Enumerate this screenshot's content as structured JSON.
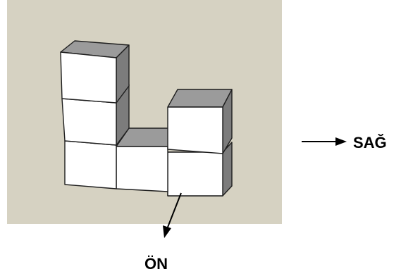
{
  "labels": {
    "right": "SAĞ",
    "front": "ÖN"
  },
  "colors": {
    "background_panel": "#d6d2c2",
    "cube_front": "#ffffff",
    "cube_top": "#9b9b9b",
    "cube_side": "#7c7c7c",
    "edge": "#1e1e1e",
    "arrow": "#000000"
  },
  "structure": {
    "description_counts": {
      "total_cubes": 6
    }
  }
}
